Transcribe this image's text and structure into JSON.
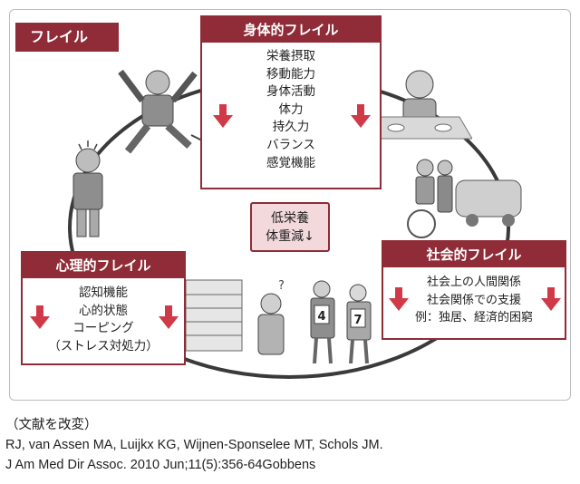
{
  "tag": {
    "label": "フレイル"
  },
  "physical": {
    "title": "身体的フレイル",
    "items": [
      "栄養摂取",
      "移動能力",
      "身体活動",
      "体力",
      "持久力",
      "バランス",
      "感覚機能"
    ]
  },
  "center": {
    "line1": "低栄養",
    "line2": "体重減↓"
  },
  "psych": {
    "title": "心理的フレイル",
    "items": [
      "認知機能",
      "心的状態",
      "コーピング",
      "（ストレス対処力）"
    ]
  },
  "social": {
    "title": "社会的フレイル",
    "items": [
      "社会上の人間関係",
      "社会関係での支援",
      "例：独居、経済的困窮"
    ]
  },
  "figures": {
    "bib1": "4",
    "bib2": "7"
  },
  "references": [
    "（文献を改変）",
    "RJ, van Assen MA, Luijkx KG, Wijnen-Sponselee MT, Schols JM.",
    "J Am Med Dir Assoc. 2010 Jun;11(5):356-64Gobbens"
  ],
  "colors": {
    "accent": "#8f2c37",
    "arrow": "#d03a48",
    "center_bg": "#f4d9dc",
    "ring": "#3a3a3a"
  }
}
